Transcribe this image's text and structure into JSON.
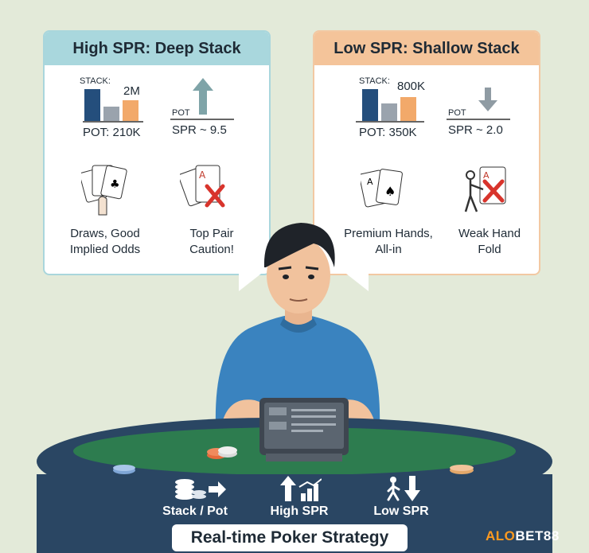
{
  "left_panel": {
    "title": "High SPR: Deep Stack",
    "stack_label": "STACK:",
    "stack_value": "2M",
    "pot_value": "POT: 210K",
    "pot_label": "POT",
    "spr_value": "SPR ~ 9.5",
    "caption_1_line1": "Draws, Good",
    "caption_1_line2": "Implied Odds",
    "caption_2_line1": "Top Pair",
    "caption_2_line2": "Caution!"
  },
  "right_panel": {
    "title": "Low SPR: Shallow Stack",
    "stack_label": "STACK:",
    "stack_value": "800K",
    "pot_value": "POT: 350K",
    "pot_label": "POT",
    "spr_value": "SPR ~ 2.0",
    "caption_1_line1": "Premium Hands,",
    "caption_1_line2": "All-in",
    "caption_2_line1": "Weak Hand",
    "caption_2_line2": "Fold"
  },
  "bottom_bar": {
    "item_1": "Stack / Pot",
    "item_2": "High SPR",
    "item_3": "Low SPR",
    "title": "Real-time Poker Strategy"
  },
  "brand": {
    "alo": "ALO",
    "bet": "BET88"
  },
  "icons": [
    "bar-chart-icon",
    "up-arrow-icon",
    "down-arrow-icon",
    "cards-hand-icon",
    "cross-card-icon",
    "fold-person-icon",
    "chip-stack-icon",
    "growth-chart-icon",
    "walk-down-icon"
  ],
  "colors": {
    "teal_header": "#a9d7dd",
    "orange_header": "#f4c49a",
    "navy": "#2a4663",
    "felt": "#2d7c4f",
    "shirt": "#3a83bf",
    "background": "#e3ead9"
  }
}
